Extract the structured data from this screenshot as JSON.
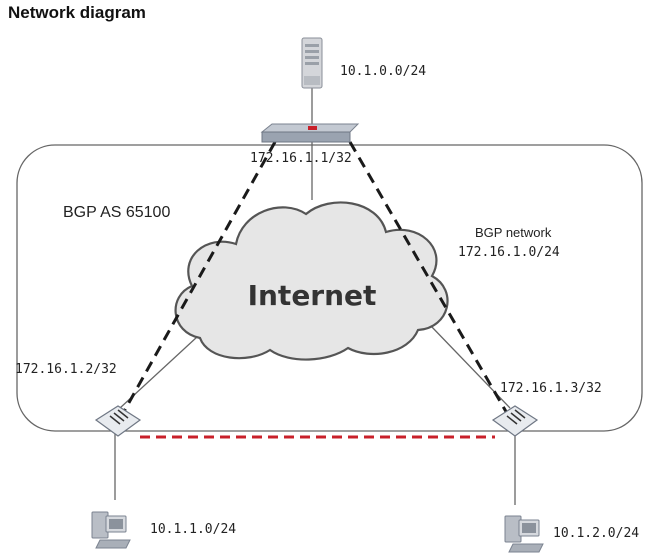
{
  "title": "Network diagram",
  "internet_label": "Internet",
  "bgp_as_label": "BGP AS 65100",
  "bgp_network": {
    "label": "BGP network",
    "prefix": "172.16.1.0/24"
  },
  "hub": {
    "loopback": "172.16.1.1/32",
    "lan": "10.1.0.0/24"
  },
  "spoke_left": {
    "loopback": "172.16.1.2/32",
    "lan": "10.1.1.0/24"
  },
  "spoke_right": {
    "loopback": "172.16.1.3/32",
    "lan": "10.1.2.0/24"
  },
  "colors": {
    "line": "#666666",
    "dashed_black": "#1a1a1a",
    "dashed_red": "#c8202a",
    "cloud_fill": "#e6e6e6",
    "cloud_stroke": "#555555",
    "device": "#9aa3b0"
  }
}
